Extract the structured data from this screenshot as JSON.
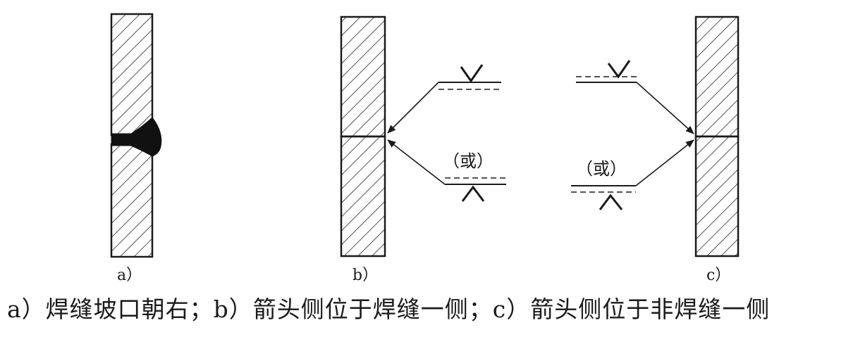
{
  "panels": {
    "a": {
      "label": "a）"
    },
    "b": {
      "label": "b）",
      "alt_label": "（或）"
    },
    "c": {
      "label": "c）",
      "alt_label": "（或）"
    }
  },
  "caption": "a）焊缝坡口朝右；b）箭头侧位于焊缝一侧；c）箭头侧位于非焊缝一侧"
}
